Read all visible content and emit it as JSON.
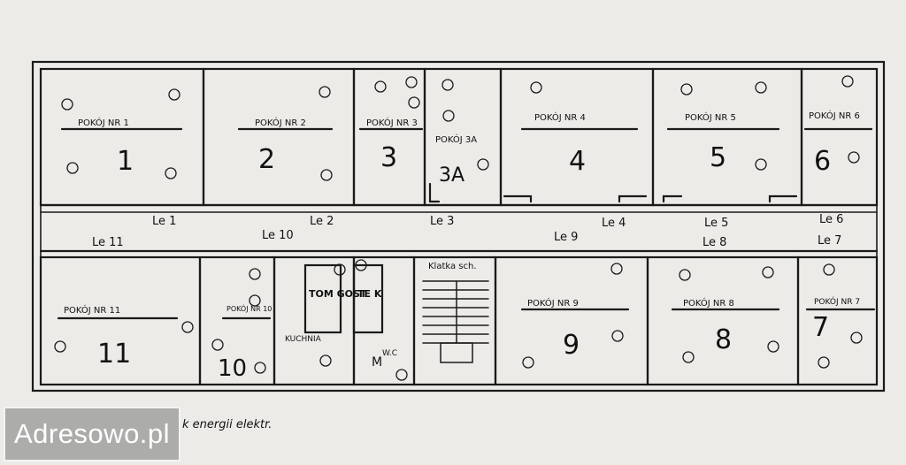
{
  "floor_plan": {
    "rooms": [
      {
        "name": "POKÓJ NR 1",
        "number": "1"
      },
      {
        "name": "POKÓJ NR 2",
        "number": "2"
      },
      {
        "name": "POKÓJ NR 3",
        "number": "3"
      },
      {
        "name": "POKÓJ 3A",
        "number": "3A"
      },
      {
        "name": "POKÓJ NR 4",
        "number": "4"
      },
      {
        "name": "POKÓJ NR 5",
        "number": "5"
      },
      {
        "name": "POKÓJ NR 6",
        "number": "6"
      },
      {
        "name": "POKÓJ NR 11",
        "number": "11"
      },
      {
        "name": "POKÓJ NR 10",
        "number": "10"
      },
      {
        "name": "KUCHNIA",
        "number": ""
      },
      {
        "name": "W.C",
        "number": "M"
      },
      {
        "name": "Klatka sch.",
        "number": ""
      },
      {
        "name": "POKÓJ NR 9",
        "number": "9"
      },
      {
        "name": "POKÓJ NR 8",
        "number": "8"
      },
      {
        "name": "POKÓJ NR 7",
        "number": "7"
      }
    ],
    "corridor_labels": [
      "Le 1",
      "Le 2",
      "Le 3",
      "Le 4",
      "Le 5",
      "Le 6",
      "Le 11",
      "Le 10",
      "Le 9",
      "Le 8",
      "Le 7"
    ],
    "utility_boxes": [
      "TOM GOST",
      "TE K"
    ],
    "legend_fragment": "k energii elektr."
  },
  "watermark": {
    "text": "Adresowo.pl"
  }
}
